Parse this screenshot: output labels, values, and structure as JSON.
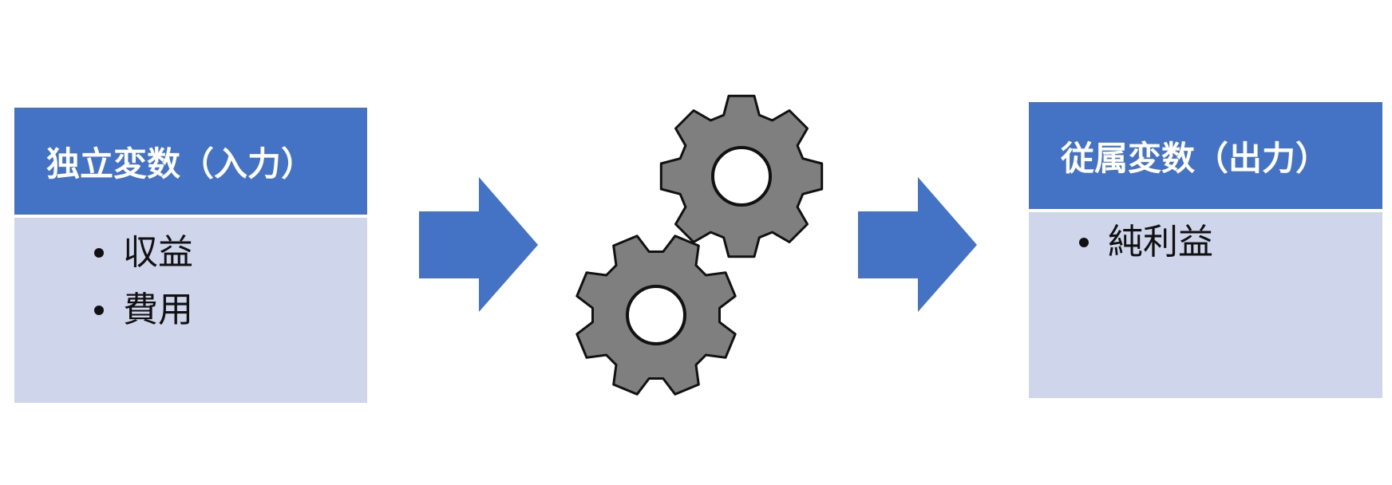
{
  "input_panel": {
    "title": "独立変数（入力）",
    "items": [
      "収益",
      "費用"
    ]
  },
  "output_panel": {
    "title": "従属変数（出力）",
    "items": [
      "純利益"
    ]
  },
  "colors": {
    "header": "#4472c4",
    "panel_body": "#cfd5ea",
    "arrow": "#4472c4",
    "gear_fill": "#7f7f7f",
    "gear_stroke": "#111111"
  },
  "icons": {
    "process": "gears-icon",
    "flow": "arrow-right-icon"
  }
}
